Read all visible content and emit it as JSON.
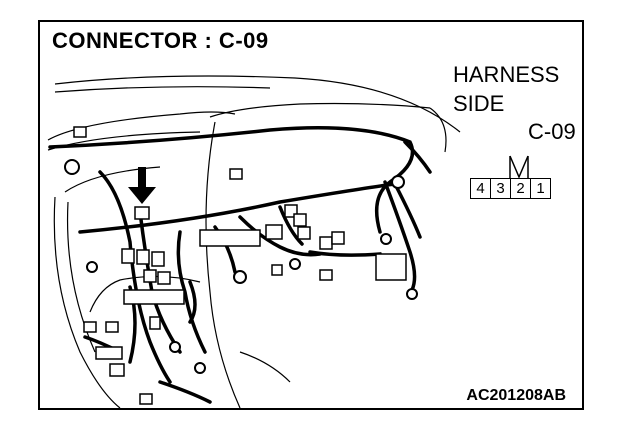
{
  "header": {
    "title": "CONNECTOR : C-09"
  },
  "harness": {
    "line1": "HARNESS",
    "line2": "SIDE",
    "code": "C-09"
  },
  "connector": {
    "pins": [
      "4",
      "3",
      "2",
      "1"
    ]
  },
  "footer": {
    "reference": "AC201208AB"
  },
  "colors": {
    "line": "#000000",
    "background": "#ffffff"
  }
}
